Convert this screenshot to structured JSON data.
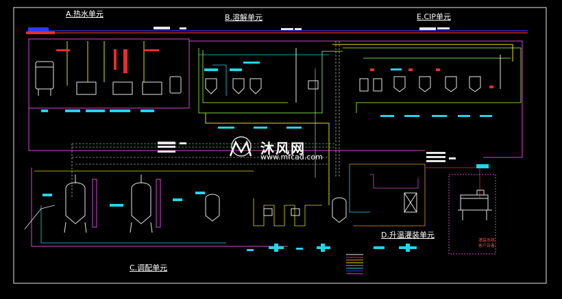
{
  "units": {
    "hot_water": "A.热水单元",
    "dissolve": "B.溶解单元",
    "cip": "E.CIP单元",
    "blending": "C.调配单元",
    "heat_fill": "D.升温灌装单元"
  },
  "client_box": {
    "line1": "灌装系统",
    "line2": "客户自备"
  },
  "watermark": {
    "name": "沐风网",
    "url": "www.mfcad.com"
  },
  "colors": {
    "background": "#000000",
    "frame": "#ffffff",
    "pipe_magenta": "#d24bd2",
    "pipe_green": "#7dd23a",
    "pipe_yellow": "#e6e600",
    "pipe_cyan": "#20d6e8",
    "pipe_red": "#e03030",
    "pipe_white": "#e8e8e8"
  }
}
